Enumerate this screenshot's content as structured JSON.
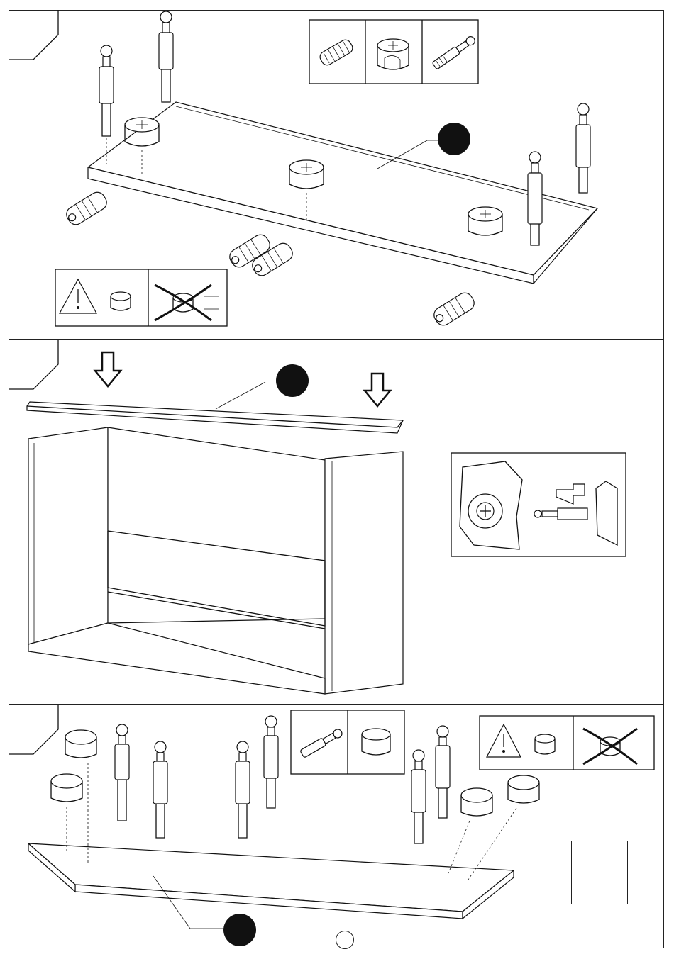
{
  "document": {
    "type": "assembly-instructions",
    "page_number": "",
    "steps": [
      {
        "id": "step-1",
        "step_number": "",
        "part_badge": ""
      },
      {
        "id": "step-2",
        "step_number": "",
        "part_badge": ""
      },
      {
        "id": "step-3",
        "step_number": "",
        "part_badge": ""
      }
    ],
    "icons": {
      "hardware_legend_1": [
        "wooden-dowel-icon",
        "cam-lock-icon",
        "cam-bolt-icon"
      ],
      "warning_box": [
        "warning-triangle-icon",
        "cam-lock-correct-icon",
        "cam-lock-wrong-icon"
      ],
      "tightening_detail": [
        "screwdriver-rotate-icon",
        "arrow-left-icon",
        "cam-bolt-icon"
      ],
      "hardware_legend_3": [
        "cam-bolt-icon",
        "cam-lock-icon"
      ]
    },
    "colors": {
      "ink": "#111111",
      "paper": "#ffffff"
    }
  }
}
